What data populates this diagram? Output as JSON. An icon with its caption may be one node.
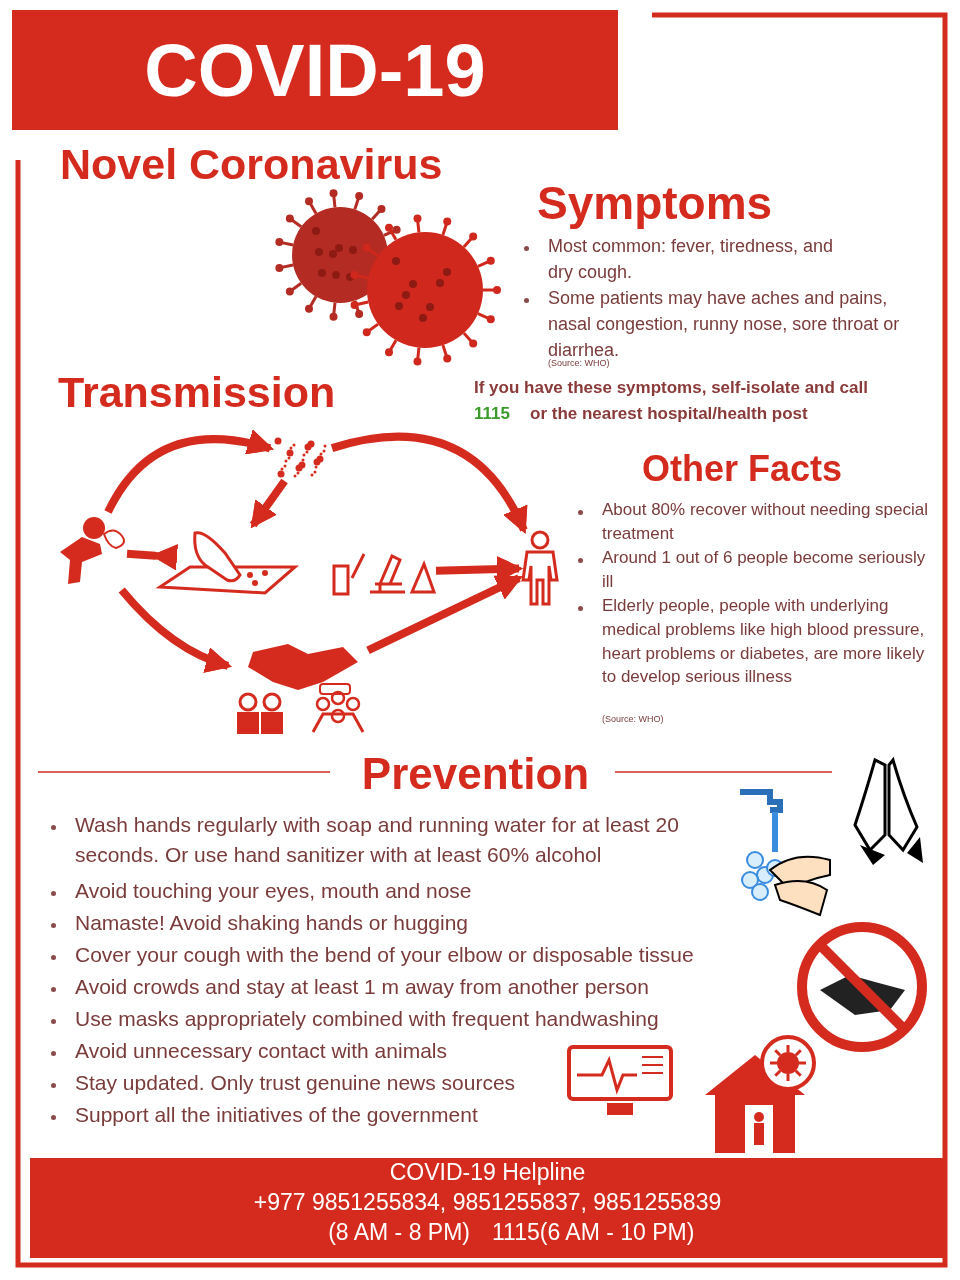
{
  "diagram": {
    "title": "COVID-19",
    "nodes": [
      {
        "text": [],
        "shape": "picture"
      },
      {
        "text": [],
        "shape": "picture"
      },
      {
        "text": [],
        "shape": "picture"
      },
      {
        "text": [],
        "shape": "picture"
      },
      {
        "text": [],
        "shape": "picture"
      },
      {
        "text": [],
        "shape": "picture"
      }
    ],
    "edges": [
      {
        "from": 0,
        "to": 1,
        "arrow": "to"
      },
      {
        "from": 1,
        "to": 2,
        "arrow": "to"
      },
      {
        "from": 0,
        "to": 2,
        "arrow": "to"
      },
      {
        "from": 1,
        "to": 4,
        "arrow": "to"
      },
      {
        "from": 3,
        "to": 4,
        "arrow": "to"
      },
      {
        "from": 0,
        "to": 5,
        "arrow": "to"
      },
      {
        "from": 5,
        "to": 4,
        "arrow": "to"
      }
    ],
    "labels": [
      "Novel Coronavirus",
      "Symptoms",
      "Most common: fever, tiredness, and dry cough.",
      "Some patients may have aches and pains, nasal congestion, runny nose, sore throat or diarrhea.",
      "(Source: WHO)",
      "Transmission",
      "If you have these symptoms, self-isolate and call",
      "1115",
      "or the nearest hospital/health post",
      "Other Facts",
      "About 80% recover without needing special treatment",
      "Around 1 out of 6 people become seriously ill",
      "Elderly people, people with underlying medical problems like high blood pressure, heart problems or diabetes, are more likely to develop serious illness",
      "(Source: WHO)",
      "Prevention",
      "Wash hands regularly with soap and running water for at least 20 seconds. Or use hand sanitizer with at least 60% alcohol",
      "Avoid touching your eyes, mouth and nose",
      "Namaste! Avoid shaking hands or hugging",
      "Cover your cough with the bend of your elbow or disposable tissue",
      "Avoid crowds and stay at least 1 m away from another person",
      "Use masks appropriately combined with frequent handwashing",
      "Avoid unnecessary contact with animals",
      "Stay updated. Only trust genuine news sources",
      "Support all the initiatives of the government",
      "COVID-19 Helpline",
      "+977 9851255834, 9851255837, 9851255839",
      "(8 AM - 8 PM)",
      "1115(6 AM - 10 PM)"
    ]
  }
}
